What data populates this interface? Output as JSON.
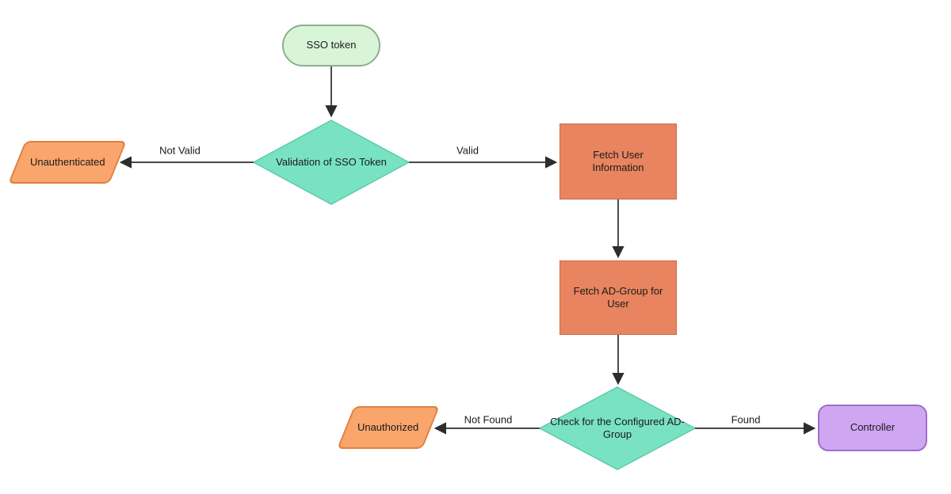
{
  "colors": {
    "edge": "#2d2d2d",
    "terminator_fill": "#d8f5d8",
    "terminator_border": "#8fae8f",
    "decision_fill": "#79e2c3",
    "decision_border": "#5fcba7",
    "process_fill": "#e8845f",
    "process_border": "#cc6a4b",
    "io_fill": "#f9a56c",
    "io_border": "#e0803f",
    "rounded_fill": "#cfa6f2",
    "rounded_border": "#a06ccf"
  },
  "nodes": {
    "sso_token": {
      "label": "SSO token",
      "shape": "terminator"
    },
    "validation": {
      "label": "Validation of SSO Token",
      "shape": "decision"
    },
    "unauthenticated": {
      "label": "Unauthenticated",
      "shape": "parallelogram"
    },
    "fetch_user_info": {
      "label": "Fetch User Information",
      "shape": "process"
    },
    "fetch_ad_group": {
      "label": "Fetch AD-Group for User",
      "shape": "process"
    },
    "check_ad_group": {
      "label": "Check for the Configured AD-Group",
      "shape": "decision"
    },
    "unauthorized": {
      "label": "Unauthorized",
      "shape": "parallelogram"
    },
    "controller": {
      "label": "Controller",
      "shape": "rounded"
    }
  },
  "edge_labels": {
    "not_valid": "Not Valid",
    "valid": "Valid",
    "not_found": "Not Found",
    "found": "Found"
  }
}
